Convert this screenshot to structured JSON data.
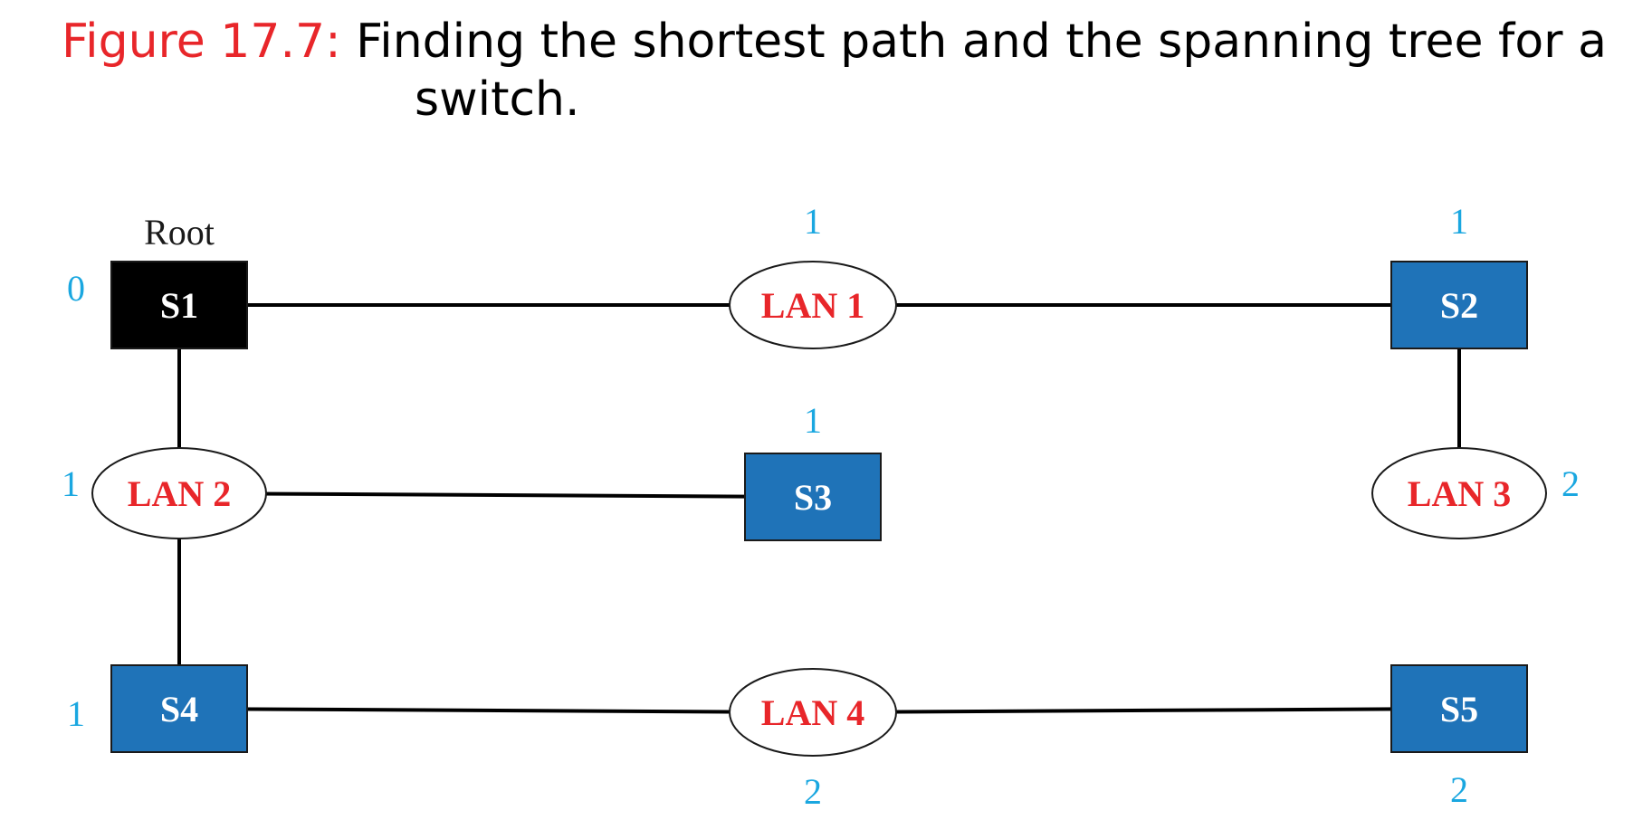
{
  "caption": {
    "figure_label": "Figure 17.7:",
    "text_line1": "Finding the shortest path and the spanning tree for a",
    "text_line2": "switch."
  },
  "colors": {
    "root_switch": "#000000",
    "switch": "#1f73b8",
    "lan_text": "#e8262a",
    "cost_text": "#1aa7e0",
    "link": "#000000"
  },
  "diagram": {
    "root_label": "Root",
    "switches": [
      {
        "id": "S1",
        "label": "S1",
        "cost": "0",
        "is_root": true
      },
      {
        "id": "S2",
        "label": "S2",
        "cost": "1"
      },
      {
        "id": "S3",
        "label": "S3",
        "cost": "1"
      },
      {
        "id": "S4",
        "label": "S4",
        "cost": "1"
      },
      {
        "id": "S5",
        "label": "S5",
        "cost": "2"
      }
    ],
    "lans": [
      {
        "id": "LAN1",
        "label": "LAN 1",
        "cost": "1"
      },
      {
        "id": "LAN2",
        "label": "LAN 2",
        "cost": "1"
      },
      {
        "id": "LAN3",
        "label": "LAN 3",
        "cost": "2"
      },
      {
        "id": "LAN4",
        "label": "LAN 4",
        "cost": "2"
      }
    ],
    "links": [
      [
        "S1",
        "LAN1"
      ],
      [
        "LAN1",
        "S2"
      ],
      [
        "S1",
        "LAN2"
      ],
      [
        "LAN2",
        "S3"
      ],
      [
        "LAN2",
        "S4"
      ],
      [
        "S2",
        "LAN3"
      ],
      [
        "S4",
        "LAN4"
      ],
      [
        "LAN4",
        "S5"
      ]
    ]
  }
}
